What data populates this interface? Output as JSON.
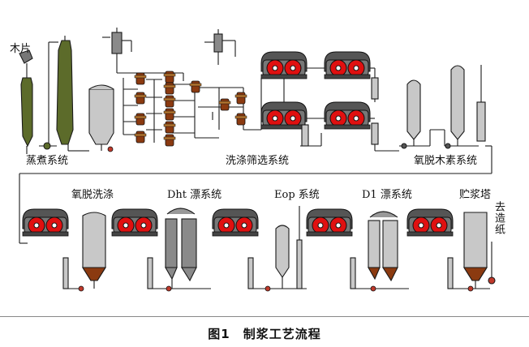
{
  "labels": {
    "wood_chips": "木片",
    "cooking": "蒸煮系统",
    "washing": "洗涤筛选系统",
    "o2_delig": "氧脱木素系统",
    "o2_wash": "氧脱洗涤",
    "dht": "Dht 漂系统",
    "eop": "Eop 系统",
    "d1": "D1 漂系统",
    "storage": "贮浆塔",
    "to_paper": "去造纸"
  },
  "caption": "图1　制浆工艺流程",
  "colors": {
    "line": "#1a1a1a",
    "digester": "#5c6b2a",
    "tank": "#c8c8c8",
    "tank_dark": "#8a8a8a",
    "drum_red": "#e01010",
    "hood": "#555555",
    "brown": "#8b3a10",
    "tan": "#b5762f"
  }
}
